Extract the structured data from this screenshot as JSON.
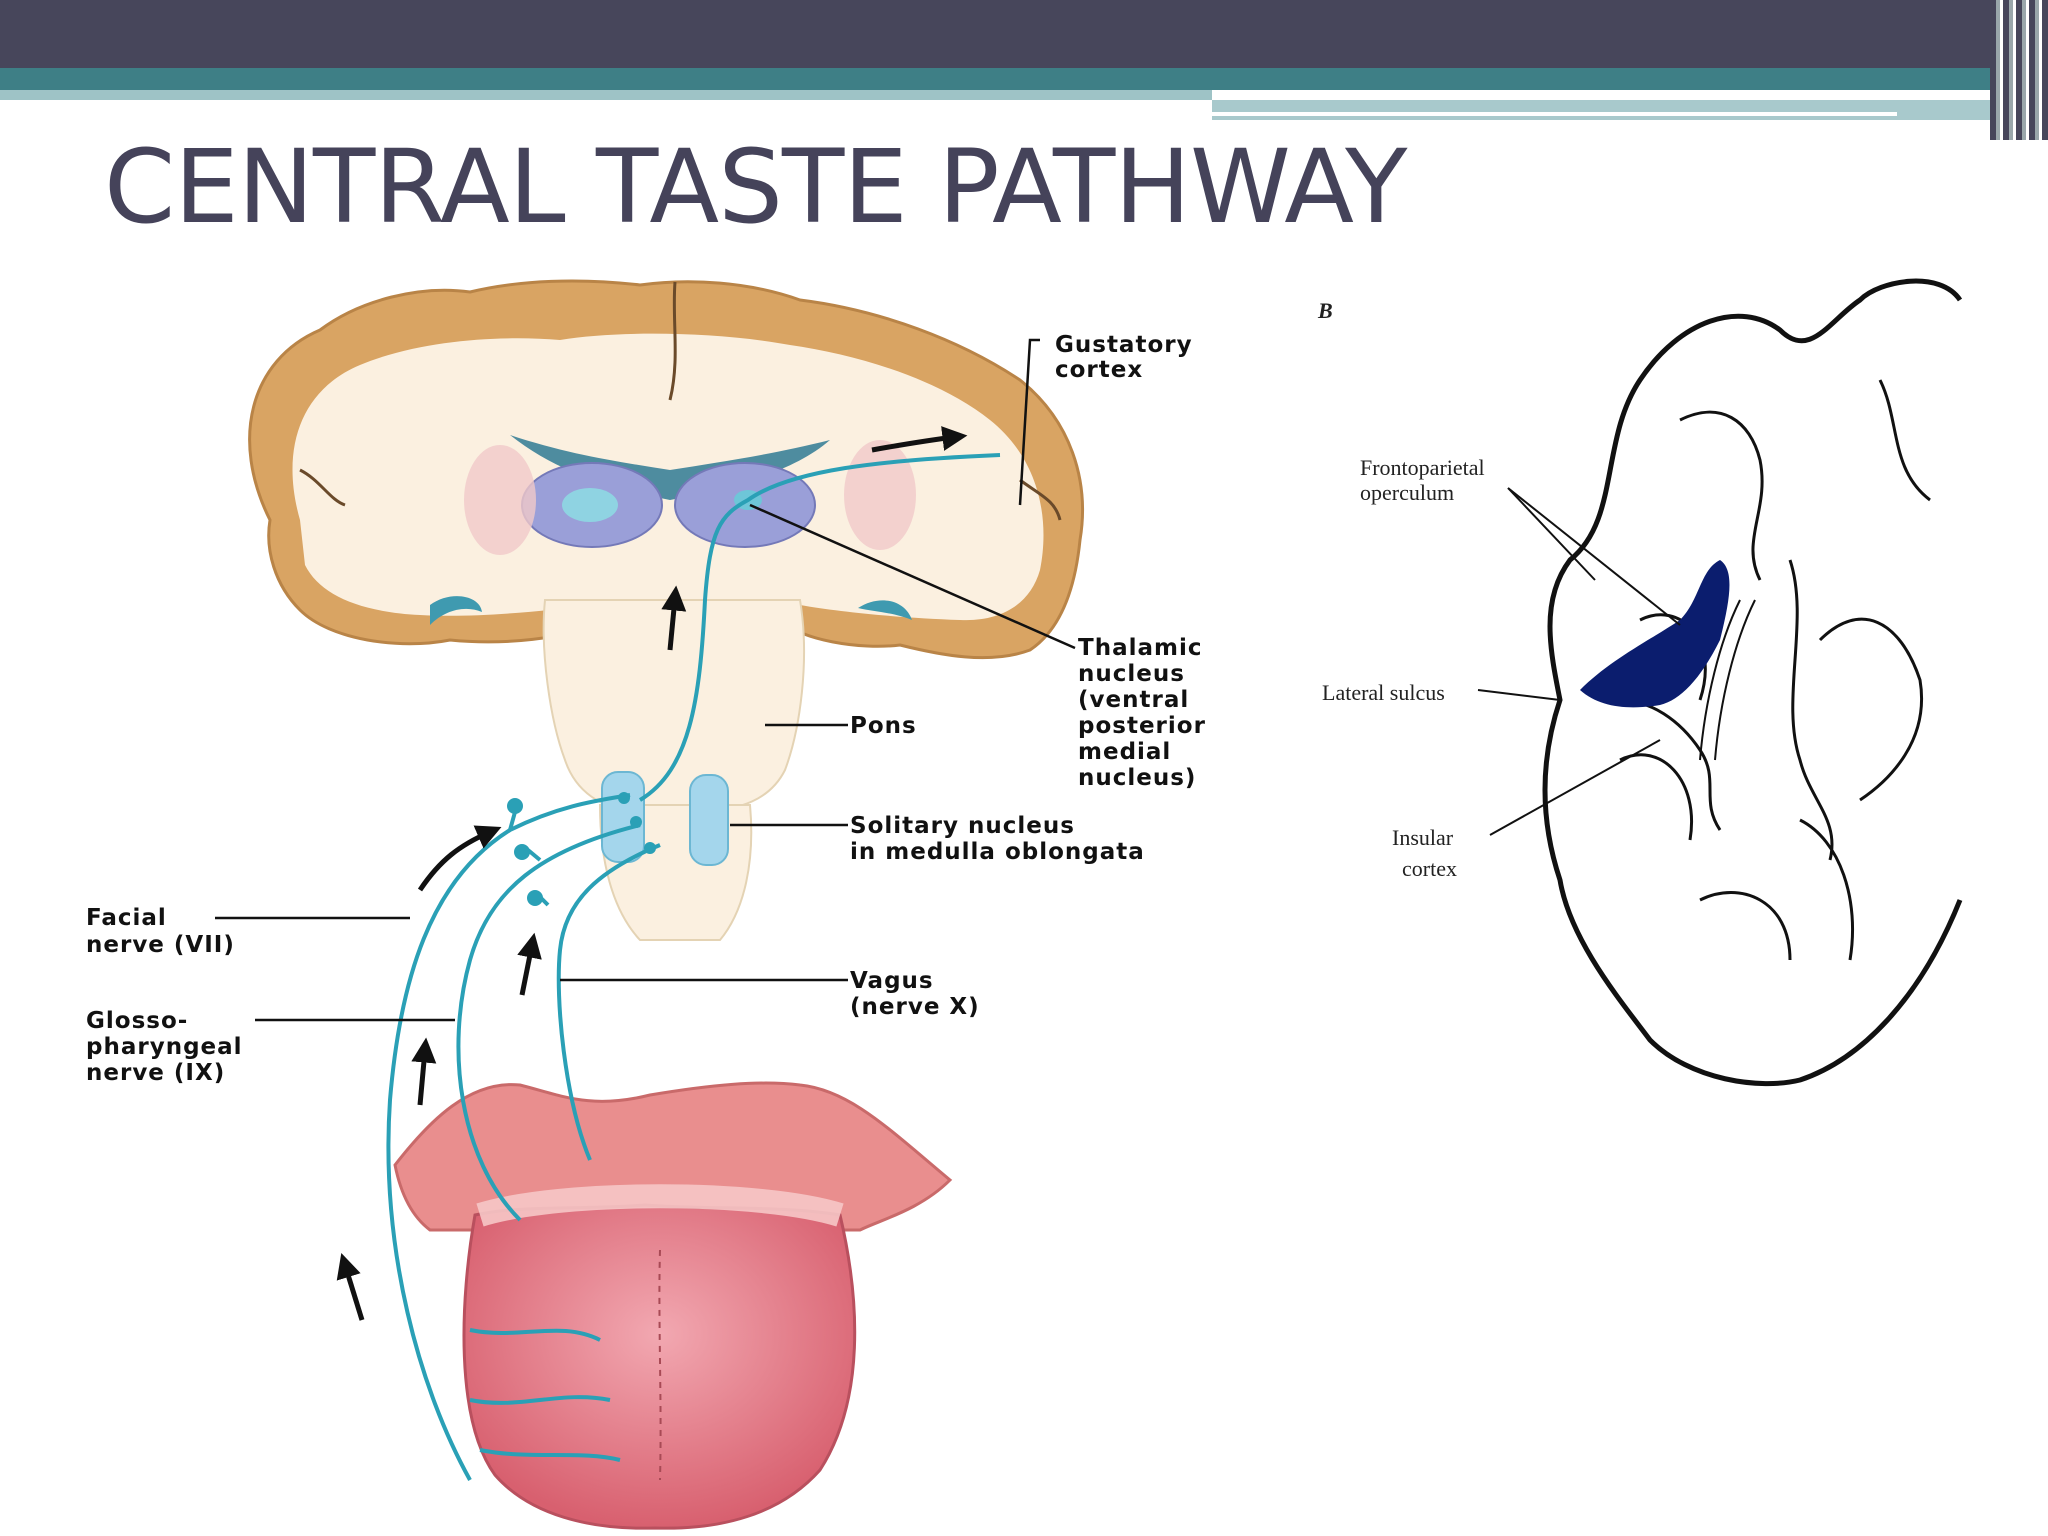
{
  "slide": {
    "title": "CENTRAL TASTE PATHWAY"
  },
  "diagram_a": {
    "labels": {
      "gustatory_1": "Gustatory",
      "gustatory_2": "cortex",
      "thalamic_1": "Thalamic",
      "thalamic_2": "nucleus",
      "thalamic_3": "(ventral",
      "thalamic_4": "posterior",
      "thalamic_5": "medial",
      "thalamic_6": "nucleus)",
      "pons": "Pons",
      "solitary_1": "Solitary nucleus",
      "solitary_2": "in medulla oblongata",
      "facial_1": "Facial",
      "facial_2": "nerve (VII)",
      "glosso_1": "Glosso-",
      "glosso_2": "pharyngeal",
      "glosso_3": "nerve (IX)",
      "vagus_1": "Vagus",
      "vagus_2": "(nerve X)"
    },
    "colors": {
      "nerve": "#2aa0b6",
      "cortex": "#d9a463",
      "white_matter": "#fbf0e0",
      "thalamus": "#9a9fd8",
      "tongue": "#e07f8c"
    }
  },
  "diagram_b": {
    "panel_letter": "B",
    "labels": {
      "frontoparietal_1": "Frontoparietal",
      "frontoparietal_2": "operculum",
      "lateral_sulcus": "Lateral sulcus",
      "insular_1": "Insular",
      "insular_2": "cortex"
    },
    "colors": {
      "highlight": "#0b1d6e"
    }
  }
}
